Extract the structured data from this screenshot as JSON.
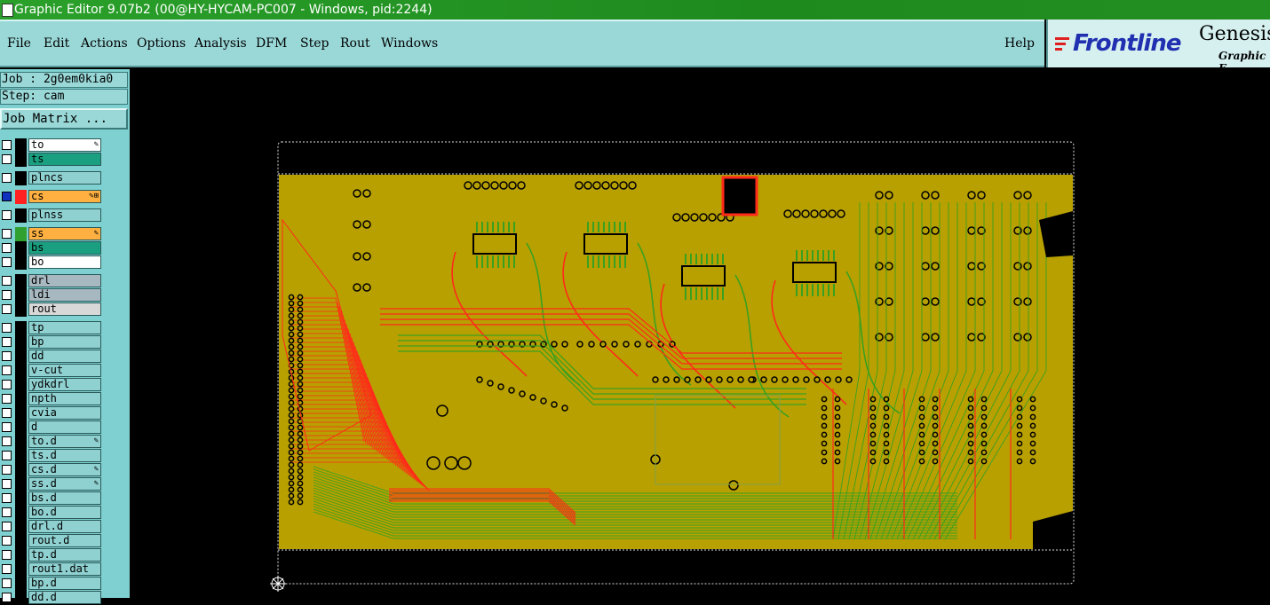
{
  "window": {
    "title": "Graphic Editor 9.07b2 (00@HY-HYCAM-PC007 - Windows, pid:2244)"
  },
  "menu": {
    "items": [
      {
        "id": "file",
        "label": "File"
      },
      {
        "id": "edit",
        "label": "Edit"
      },
      {
        "id": "actions",
        "label": "Actions"
      },
      {
        "id": "options",
        "label": "Options"
      },
      {
        "id": "analysis",
        "label": "Analysis"
      },
      {
        "id": "dfm",
        "label": "DFM"
      },
      {
        "id": "step",
        "label": "Step"
      },
      {
        "id": "rout",
        "label": "Rout"
      },
      {
        "id": "windows",
        "label": "Windows"
      }
    ],
    "help": "Help"
  },
  "logo": {
    "brand": "Frontline",
    "product": "Genesis",
    "product_sub": "Graphic E"
  },
  "job": {
    "job_line": "Job : 2g0em0kia0",
    "step_line": "Step: cam",
    "matrix_button": "Job Matrix ..."
  },
  "colors": {
    "board_fill": "#b8a000",
    "copper_green": "#3aa020",
    "trace_red": "#ff2a1a",
    "panel_bg": "#7fd0d0"
  },
  "layers": [
    {
      "name": "to",
      "bg": "#ffffff",
      "swatch": "#000",
      "flag": "pencil-icon",
      "flag_char": "✎"
    },
    {
      "name": "ts",
      "bg": "#1aa080",
      "swatch": "#000",
      "flag": "",
      "flag_char": ""
    },
    {
      "name": "plncs",
      "bg": "#8fd0d0",
      "swatch": "#000",
      "flag": "",
      "flag_char": ""
    },
    {
      "name": "cs",
      "bg": "#ffb040",
      "swatch": "#ff2020",
      "flag": "pencil-icon",
      "flag_char": "✎⊞",
      "checked": true
    },
    {
      "name": "plnss",
      "bg": "#8fd0d0",
      "swatch": "#000",
      "flag": "",
      "flag_char": ""
    },
    {
      "name": "ss",
      "bg": "#ffb040",
      "swatch": "#30a030",
      "flag": "pencil-icon",
      "flag_char": "✎"
    },
    {
      "name": "bs",
      "bg": "#1aa080",
      "swatch": "#000",
      "flag": "",
      "flag_char": ""
    },
    {
      "name": "bo",
      "bg": "#ffffff",
      "swatch": "#000",
      "flag": "",
      "flag_char": ""
    },
    {
      "name": "drl",
      "bg": "#a8b8c0",
      "swatch": "#000",
      "flag": "",
      "flag_char": ""
    },
    {
      "name": "ldi",
      "bg": "#a8b8c0",
      "swatch": "#000",
      "flag": "",
      "flag_char": ""
    },
    {
      "name": "rout",
      "bg": "#d8d8d8",
      "swatch": "#000",
      "flag": "",
      "flag_char": ""
    },
    {
      "name": "tp",
      "bg": "#8fd0d0",
      "swatch": "#000",
      "flag": "",
      "flag_char": ""
    },
    {
      "name": "bp",
      "bg": "#8fd0d0",
      "swatch": "#000",
      "flag": "",
      "flag_char": ""
    },
    {
      "name": "dd",
      "bg": "#8fd0d0",
      "swatch": "#000",
      "flag": "",
      "flag_char": ""
    },
    {
      "name": "v-cut",
      "bg": "#8fd0d0",
      "swatch": "#000",
      "flag": "",
      "flag_char": ""
    },
    {
      "name": "ydkdrl",
      "bg": "#8fd0d0",
      "swatch": "#000",
      "flag": "",
      "flag_char": ""
    },
    {
      "name": "npth",
      "bg": "#8fd0d0",
      "swatch": "#000",
      "flag": "",
      "flag_char": ""
    },
    {
      "name": "cvia",
      "bg": "#8fd0d0",
      "swatch": "#000",
      "flag": "",
      "flag_char": ""
    },
    {
      "name": "d",
      "bg": "#8fd0d0",
      "swatch": "#000",
      "flag": "",
      "flag_char": ""
    },
    {
      "name": "to.d",
      "bg": "#8fd0d0",
      "swatch": "#000",
      "flag": "pencil-icon",
      "flag_char": "✎"
    },
    {
      "name": "ts.d",
      "bg": "#8fd0d0",
      "swatch": "#000",
      "flag": "",
      "flag_char": ""
    },
    {
      "name": "cs.d",
      "bg": "#8fd0d0",
      "swatch": "#000",
      "flag": "pencil-icon",
      "flag_char": "✎"
    },
    {
      "name": "ss.d",
      "bg": "#8fd0d0",
      "swatch": "#000",
      "flag": "pencil-icon",
      "flag_char": "✎"
    },
    {
      "name": "bs.d",
      "bg": "#8fd0d0",
      "swatch": "#000",
      "flag": "",
      "flag_char": ""
    },
    {
      "name": "bo.d",
      "bg": "#8fd0d0",
      "swatch": "#000",
      "flag": "",
      "flag_char": ""
    },
    {
      "name": "drl.d",
      "bg": "#8fd0d0",
      "swatch": "#000",
      "flag": "",
      "flag_char": ""
    },
    {
      "name": "rout.d",
      "bg": "#8fd0d0",
      "swatch": "#000",
      "flag": "",
      "flag_char": ""
    },
    {
      "name": "tp.d",
      "bg": "#8fd0d0",
      "swatch": "#000",
      "flag": "",
      "flag_char": ""
    },
    {
      "name": "rout1.dat",
      "bg": "#8fd0d0",
      "swatch": "#000",
      "flag": "",
      "flag_char": ""
    },
    {
      "name": "bp.d",
      "bg": "#8fd0d0",
      "swatch": "#000",
      "flag": "",
      "flag_char": ""
    },
    {
      "name": "dd.d",
      "bg": "#8fd0d0",
      "swatch": "#000",
      "flag": "",
      "flag_char": ""
    }
  ]
}
